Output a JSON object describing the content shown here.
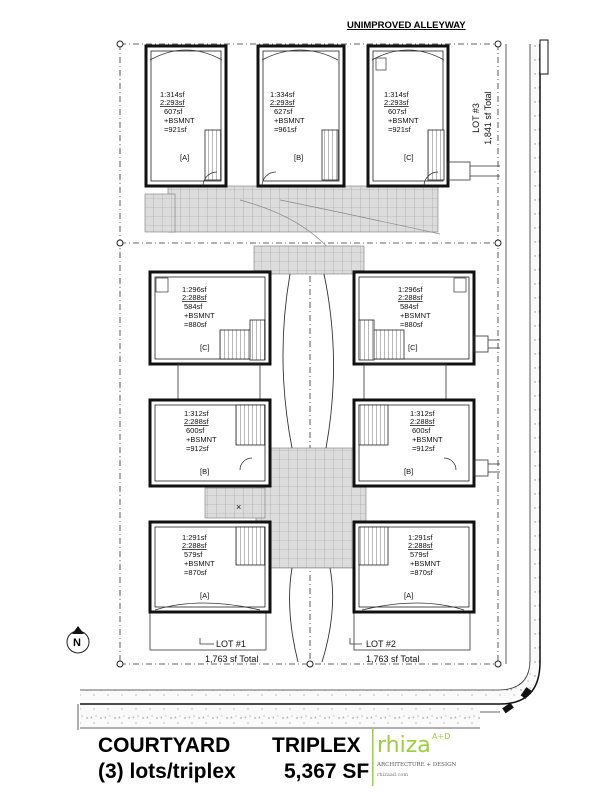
{
  "header": {
    "alley_label": "UNIMPROVED ALLEYWAY"
  },
  "units": {
    "lot3": [
      {
        "l1": "1:314sf",
        "l2": "2:293sf",
        "l3": "607sf",
        "l4": "+BSMNT",
        "l5": "=921sf",
        "tag": "[A]"
      },
      {
        "l1": "1:334sf",
        "l2": "2:293sf",
        "l3": "627sf",
        "l4": "+BSMNT",
        "l5": "=961sf",
        "tag": "[B]"
      },
      {
        "l1": "1:314sf",
        "l2": "2:293sf",
        "l3": "607sf",
        "l4": "+BSMNT",
        "l5": "=921sf",
        "tag": "[C]"
      }
    ],
    "lot1": [
      {
        "l1": "1:296sf",
        "l2": "2:288sf",
        "l3": "584sf",
        "l4": "+BSMNT",
        "l5": "=880sf",
        "tag": "[C]"
      },
      {
        "l1": "1:312sf",
        "l2": "2:288sf",
        "l3": "600sf",
        "l4": "+BSMNT",
        "l5": "=912sf",
        "tag": "[B]"
      },
      {
        "l1": "1:291sf",
        "l2": "2:288sf",
        "l3": "579sf",
        "l4": "+BSMNT",
        "l5": "=870sf",
        "tag": "[A]"
      }
    ],
    "lot2": [
      {
        "l1": "1:296sf",
        "l2": "2:288sf",
        "l3": "584sf",
        "l4": "+BSMNT",
        "l5": "=880sf",
        "tag": "[C]"
      },
      {
        "l1": "1:312sf",
        "l2": "2:288sf",
        "l3": "600sf",
        "l4": "+BSMNT",
        "l5": "=912sf",
        "tag": "[B]"
      },
      {
        "l1": "1:291sf",
        "l2": "2:288sf",
        "l3": "579sf",
        "l4": "+BSMNT",
        "l5": "=870sf",
        "tag": "[A]"
      }
    ]
  },
  "lots": {
    "lot1": {
      "name": "LOT #1",
      "total": "1,763 sf Total"
    },
    "lot2": {
      "name": "LOT #2",
      "total": "1,763 sf Total"
    },
    "lot3": {
      "name": "LOT #3",
      "total": "1,841 sf Total"
    }
  },
  "north_label": "N",
  "title": {
    "line1a": "COURTYARD",
    "line1b": "TRIPLEX",
    "line2a": "(3) lots/triplex",
    "line2b": "5,367 SF"
  },
  "logo": {
    "brand": "rhiza",
    "superscript": "A+D",
    "tagline": "ARCHITECTURE + DESIGN",
    "url": "rhizaad.com"
  },
  "colors": {
    "logo_green": "#9ccf3c",
    "paver_fill": "#d6d6d6",
    "line": "#111111"
  }
}
